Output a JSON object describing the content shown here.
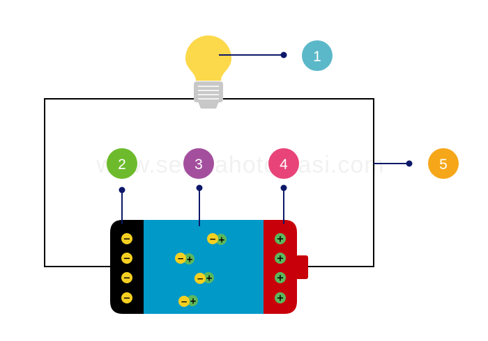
{
  "watermark": "www.sekolahotomasi.com",
  "callouts": [
    {
      "label": "1",
      "color": "#5bb8c9"
    },
    {
      "label": "2",
      "color": "#6dbb2c"
    },
    {
      "label": "3",
      "color": "#a44f9e"
    },
    {
      "label": "4",
      "color": "#e84479"
    },
    {
      "label": "5",
      "color": "#f5a719"
    }
  ],
  "colors": {
    "wire": "#000000",
    "leader": "#0d1869",
    "bulb_glass": "#fcd84b",
    "bulb_base": "#c8c8c8",
    "negative_plate": "#000000",
    "electrolyte": "#0099c8",
    "positive_plate": "#c70009",
    "electron": "#f5d021",
    "proton": "#5cb85c"
  },
  "signs": {
    "negative": "−",
    "positive": "+"
  }
}
